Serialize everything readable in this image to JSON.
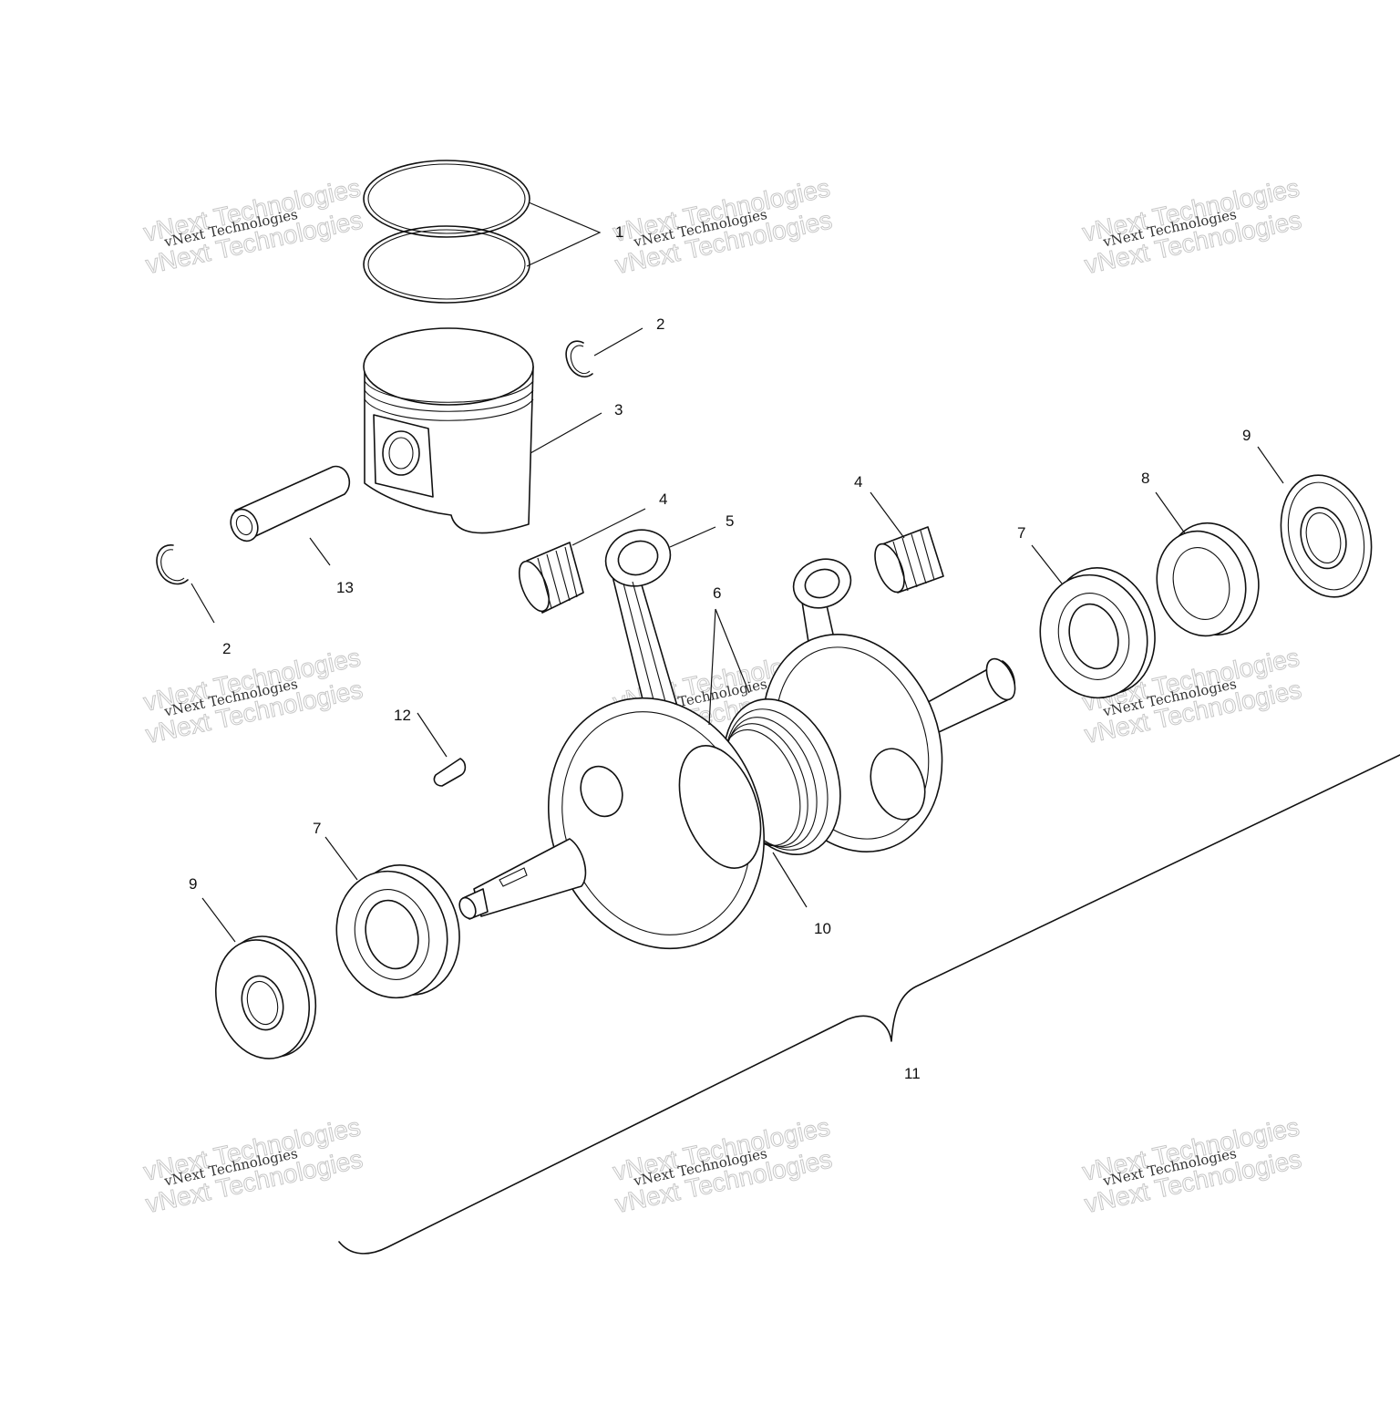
{
  "watermark": {
    "line1": "vNext Technologies",
    "line2": "vNext Technologies"
  },
  "callouts": {
    "c1": "1",
    "c2a": "2",
    "c2b": "2",
    "c3": "3",
    "c4a": "4",
    "c4b": "4",
    "c5": "5",
    "c6": "6",
    "c7a": "7",
    "c7b": "7",
    "c8": "8",
    "c9a": "9",
    "c9b": "9",
    "c10": "10",
    "c11": "11",
    "c12": "12",
    "c13": "13"
  }
}
